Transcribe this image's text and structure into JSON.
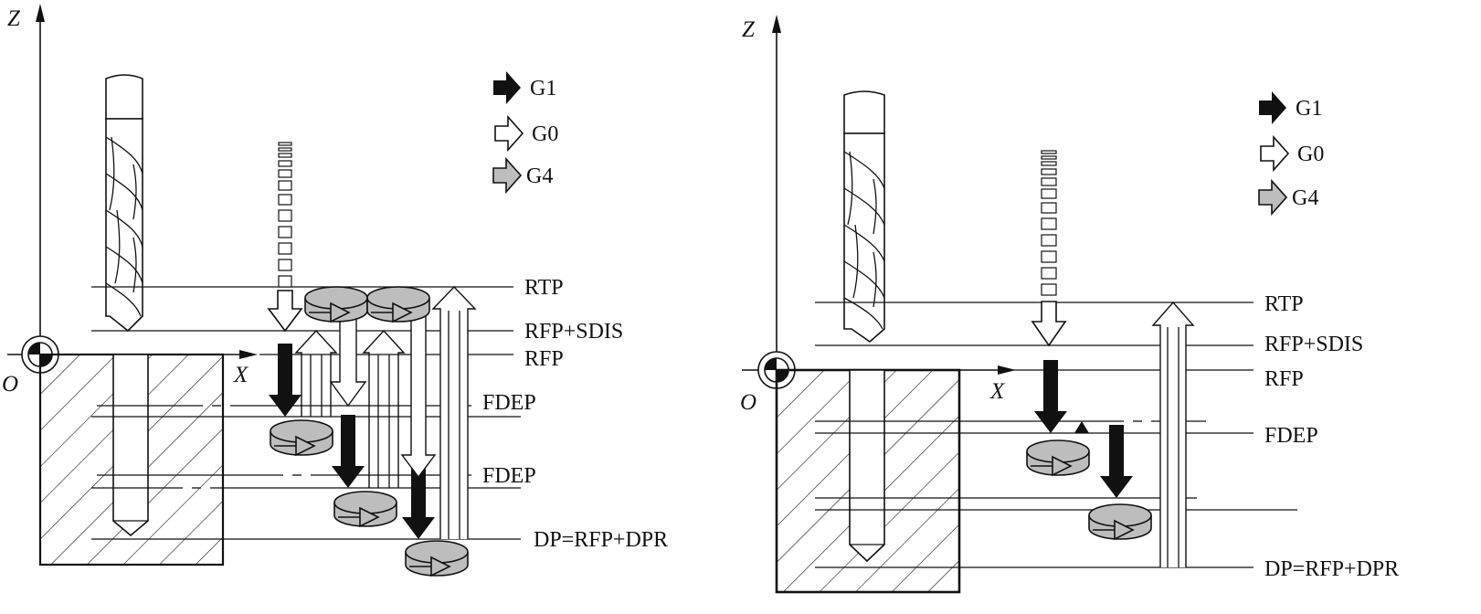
{
  "colors": {
    "ink": "#111111",
    "dwell_fill": "#bdbdbd",
    "rapid_fill": "#ffffff",
    "feed_fill": "#111111",
    "background": "#ffffff"
  },
  "icons": [
    "axis-arrow-icon",
    "origin-symbol-icon",
    "drill-bit-icon",
    "feed-arrow-icon",
    "rapid-arrow-icon",
    "dwell-arrow-icon",
    "dwell-disc-icon"
  ],
  "left": {
    "axis_z": "Z",
    "axis_x": "X",
    "origin": "O",
    "legend": [
      {
        "key": "g1",
        "text": "G1"
      },
      {
        "key": "g0",
        "text": "G0"
      },
      {
        "key": "g4",
        "text": "G4"
      }
    ],
    "levels": {
      "rtp": "RTP",
      "rfp_sdis": "RFP+SDIS",
      "rfp": "RFP",
      "fdep_1": "FDEP",
      "fdep_2": "FDEP",
      "dp": "DP=RFP+DPR"
    }
  },
  "right": {
    "axis_z": "Z",
    "axis_x": "X",
    "origin": "O",
    "legend": [
      {
        "key": "g1",
        "text": "G1"
      },
      {
        "key": "g0",
        "text": "G0"
      },
      {
        "key": "g4",
        "text": "G4"
      }
    ],
    "levels": {
      "rtp": "RTP",
      "rfp_sdis": "RFP+SDIS",
      "rfp": "RFP",
      "fdep": "FDEP",
      "dp": "DP=RFP+DPR"
    }
  }
}
